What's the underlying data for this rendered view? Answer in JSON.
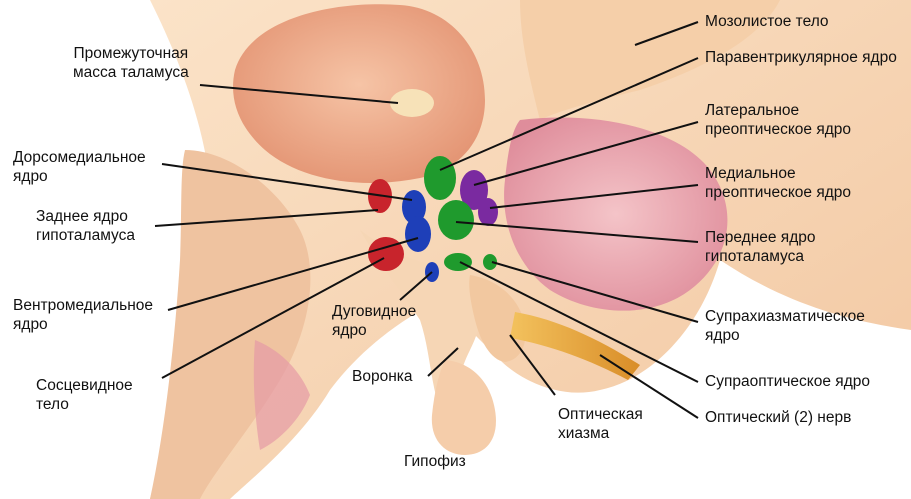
{
  "labels": {
    "corpus_callosum": [
      "Мозолистое тело"
    ],
    "paraventricular": [
      "Паравентрикулярное ядро"
    ],
    "lateral_preoptic": [
      "Латеральное",
      "преоптическое ядро"
    ],
    "medial_preoptic": [
      "Медиальное",
      "преоптическое ядро"
    ],
    "anterior_hypothalamus": [
      "Переднее ядро",
      "гипоталамуса"
    ],
    "suprachiasmatic": [
      "Супрахиазматическое",
      "ядро"
    ],
    "supraoptic": [
      "Супраоптическое ядро"
    ],
    "optic_nerve": [
      "Оптический (2) нерв"
    ],
    "optic_chiasm": [
      "Оптическая",
      "хиазма"
    ],
    "pituitary": [
      "Гипофиз"
    ],
    "infundibulum": [
      "Воронка"
    ],
    "arcuate": [
      "Дуговидное",
      "ядро"
    ],
    "mammillary": [
      "Сосцевидное",
      "тело"
    ],
    "ventromedial": [
      "Вентромедиальное",
      "ядро"
    ],
    "posterior_hypothalamus": [
      "Заднее ядро",
      "гипоталамуса"
    ],
    "dorsomedial": [
      "Дорсомедиальное",
      "ядро"
    ],
    "interthalamic": [
      "Промежуточная",
      "масса таламуса"
    ]
  },
  "colors": {
    "tissue_light": "#f6d7b8",
    "tissue_mid": "#eeb58f",
    "thalamus": "#e9a07d",
    "pink_tissue": "#e9a2ad",
    "nucleus_green": "#1f9a2d",
    "nucleus_blue": "#1e3fb8",
    "nucleus_red": "#c8242c",
    "nucleus_purple": "#7a2aa0",
    "optic_nerve": "#e8a73a"
  }
}
